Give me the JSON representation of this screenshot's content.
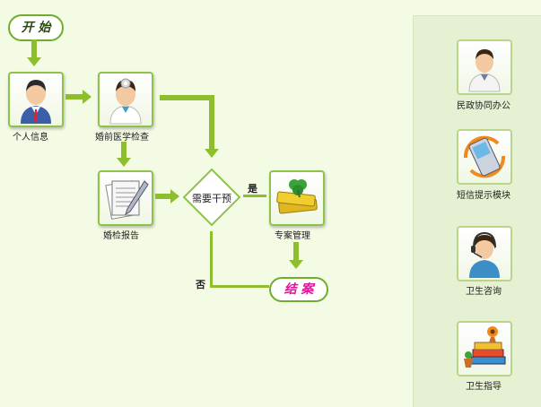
{
  "start_label": "开 始",
  "end_label": "结 案",
  "nodes": {
    "personal_info": "个人信息",
    "premarital_exam": "婚前医学检查",
    "exam_report": "婚检报告",
    "intervention": "需要干预",
    "case_management": "专案管理"
  },
  "branches": {
    "yes": "是",
    "no": "否"
  },
  "side_panel": {
    "items": [
      {
        "label": "民政协同办公",
        "icon": "doctor-male-icon"
      },
      {
        "label": "短信提示模块",
        "icon": "mobile-phone-icon"
      },
      {
        "label": "卫生咨询",
        "icon": "headset-operator-icon"
      },
      {
        "label": "卫生指导",
        "icon": "books-plant-icon"
      }
    ]
  },
  "colors": {
    "flow_green": "#8cbe2e",
    "pill_border": "#6fae2a",
    "end_text": "#e0159a",
    "background": "#f4fbe5"
  }
}
